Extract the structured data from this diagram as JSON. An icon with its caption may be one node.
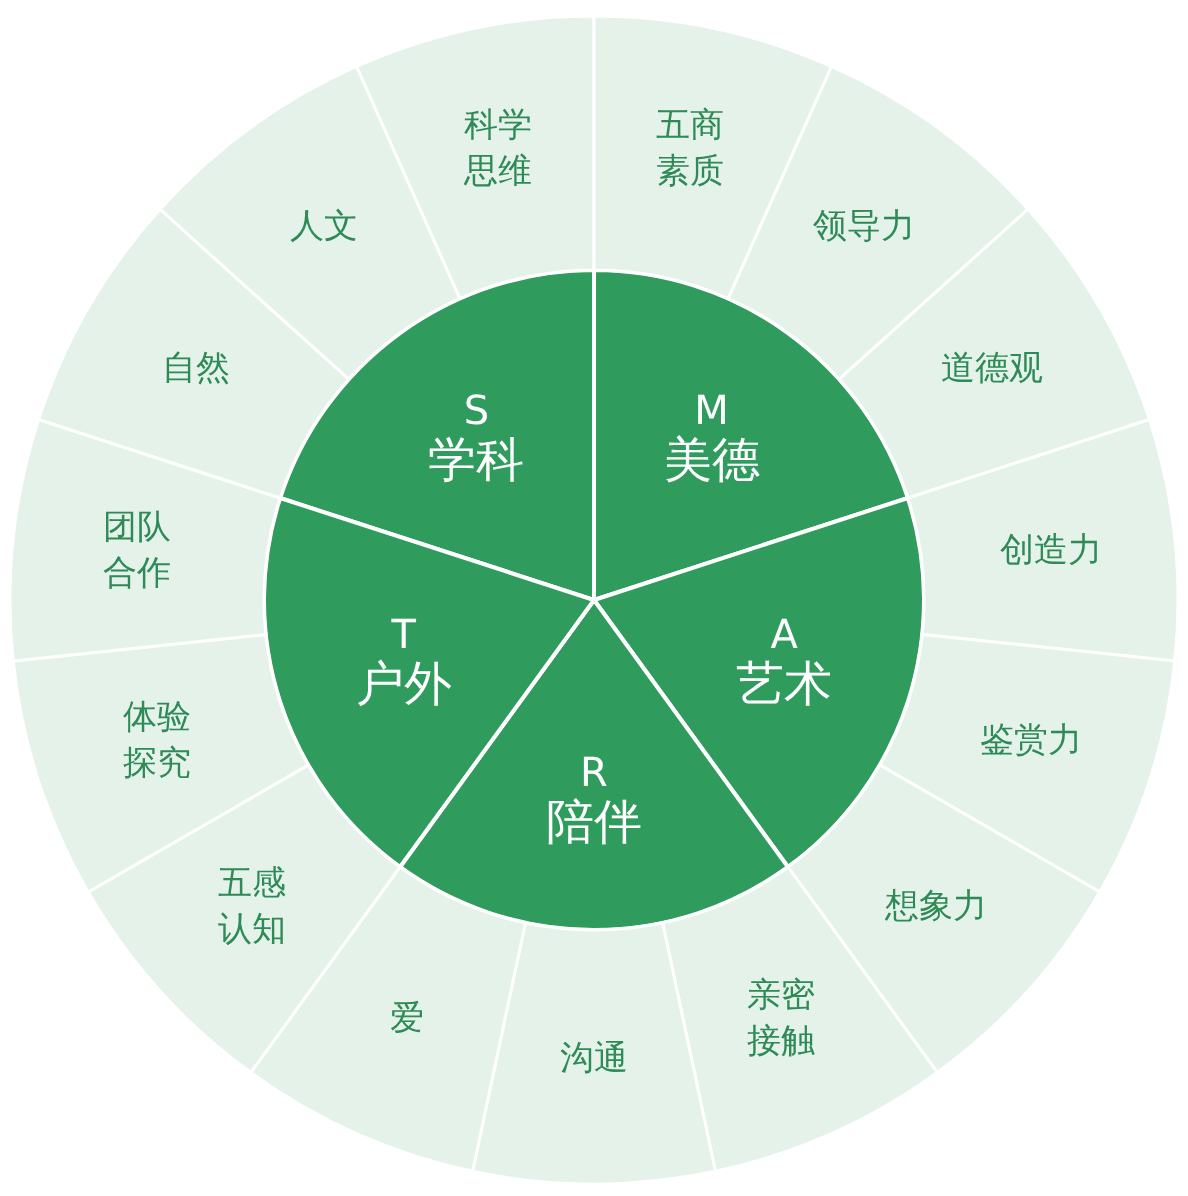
{
  "diagram": {
    "nodes": [
      {
        "text": [
          "S",
          "学科"
        ]
      },
      {
        "text": [
          "M",
          "美德"
        ]
      },
      {
        "text": [
          "A",
          "艺术"
        ]
      },
      {
        "text": [
          "R",
          "陪伴"
        ]
      },
      {
        "text": [
          "T",
          "户外"
        ]
      },
      {
        "text": [
          "科学思维"
        ]
      },
      {
        "text": [
          "五商素质"
        ]
      },
      {
        "text": [
          "领导力"
        ]
      },
      {
        "text": [
          "道德观"
        ]
      },
      {
        "text": [
          "创造力"
        ]
      },
      {
        "text": [
          "鉴赏力"
        ]
      },
      {
        "text": [
          "想象力"
        ]
      },
      {
        "text": [
          "亲密接触"
        ]
      },
      {
        "text": [
          "沟通"
        ]
      },
      {
        "text": [
          "爱"
        ]
      },
      {
        "text": [
          "五感认知"
        ]
      },
      {
        "text": [
          "体验探究"
        ]
      },
      {
        "text": [
          "团队合作"
        ]
      },
      {
        "text": [
          "自然"
        ]
      },
      {
        "text": [
          "人文"
        ]
      }
    ]
  }
}
